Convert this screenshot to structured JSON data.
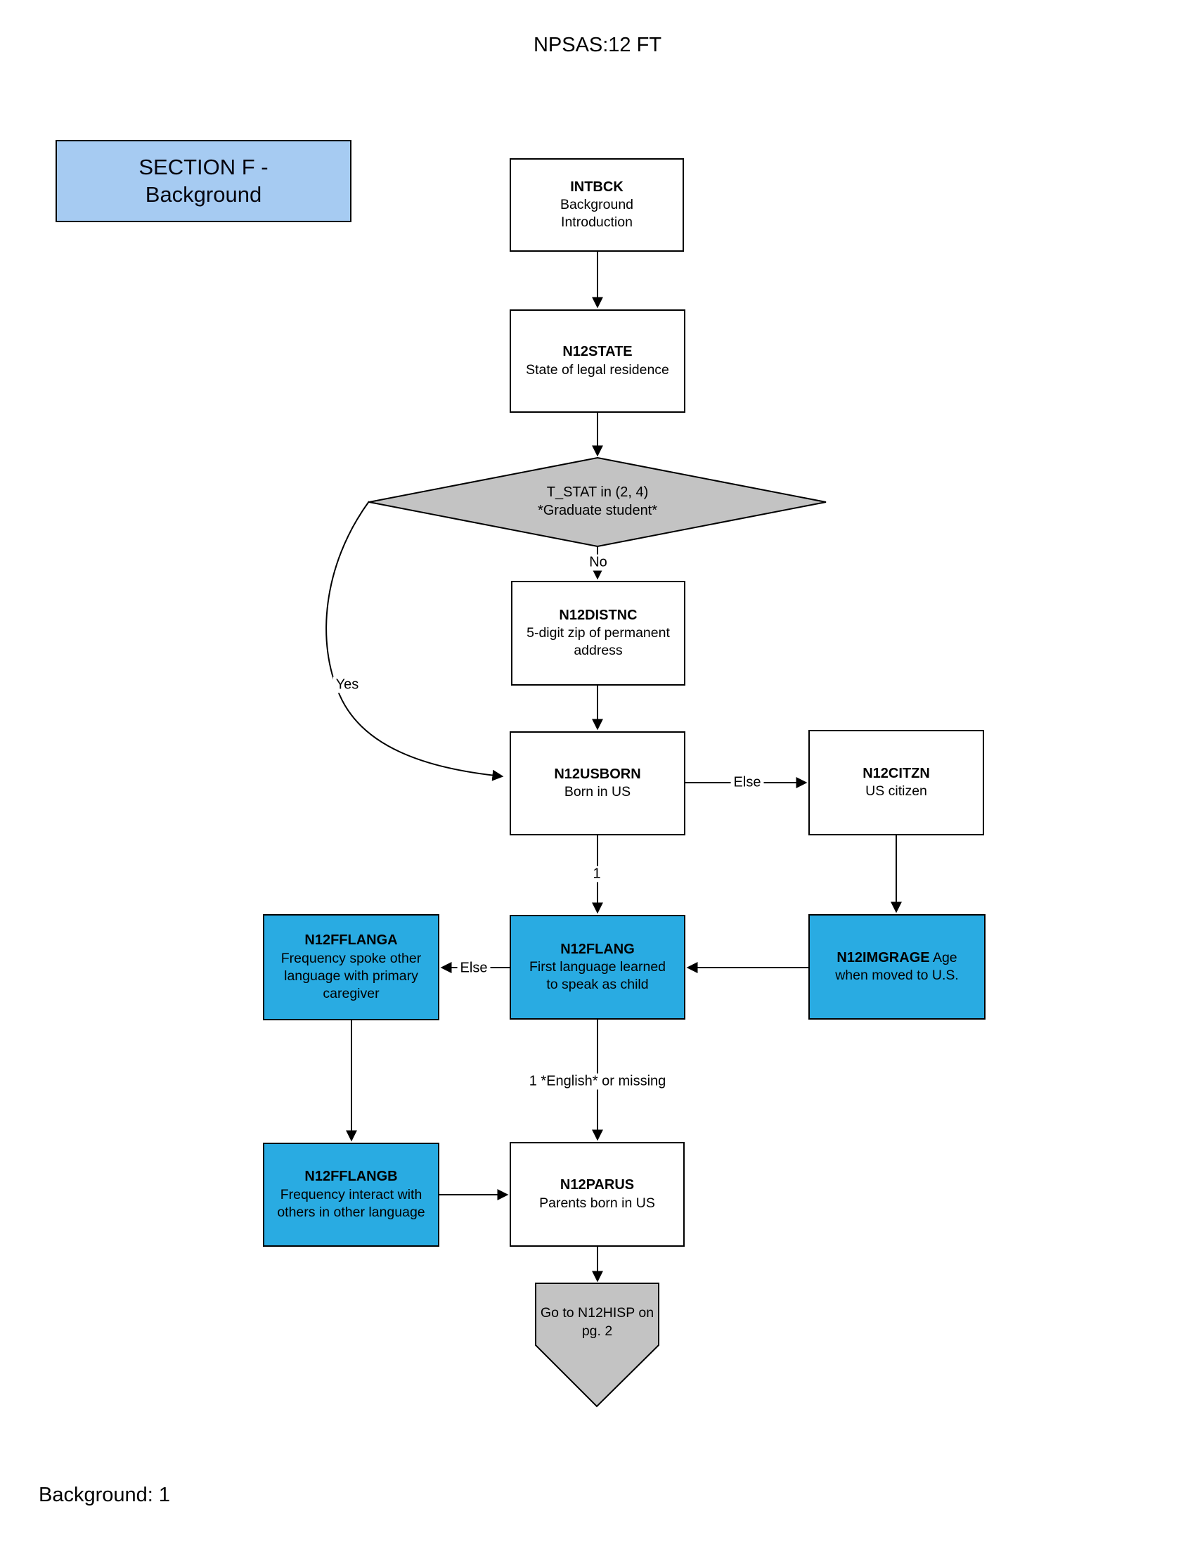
{
  "header": {
    "title": "NPSAS:12 FT"
  },
  "footer": {
    "page_label": "Background: 1"
  },
  "section": {
    "line1": "SECTION F -",
    "line2": "Background"
  },
  "nodes": {
    "intbck": {
      "code": "INTBCK",
      "desc": "Background Introduction"
    },
    "n12state": {
      "code": "N12STATE",
      "desc": "State of legal residence"
    },
    "t_stat": {
      "line1": "T_STAT in (2, 4)",
      "line2": "*Graduate student*"
    },
    "n12distnc": {
      "code": "N12DISTNC",
      "desc": "5-digit zip of permanent address"
    },
    "n12usborn": {
      "code": "N12USBORN",
      "desc": "Born in US"
    },
    "n12citzn": {
      "code": "N12CITZN",
      "desc": "US citizen"
    },
    "n12fflanga": {
      "code": "N12FFLANGA",
      "desc": "Frequency spoke other language with primary caregiver"
    },
    "n12flang": {
      "code": "N12FLANG",
      "desc": "First language learned to speak as child"
    },
    "n12imgrage": {
      "code": "N12IMGRAGE",
      "desc": "Age when moved to U.S."
    },
    "n12fflangb": {
      "code": "N12FFLANGB",
      "desc": "Frequency interact with others in other language"
    },
    "n12parus": {
      "code": "N12PARUS",
      "desc": "Parents born in US"
    },
    "goto_n12hisp": {
      "label": "Go to N12HISP on pg. 2"
    }
  },
  "edge_labels": {
    "no": "No",
    "yes": "Yes",
    "else_to_citzn": "Else",
    "one_to_flang": "1",
    "else_to_fflanga": "Else",
    "english_to_parus": "1 *English* or missing"
  },
  "colors": {
    "highlight_blue": "#29ABE2",
    "section_blue": "#A6CBF2",
    "shape_gray": "#C3C3C3",
    "line_black": "#000000"
  }
}
